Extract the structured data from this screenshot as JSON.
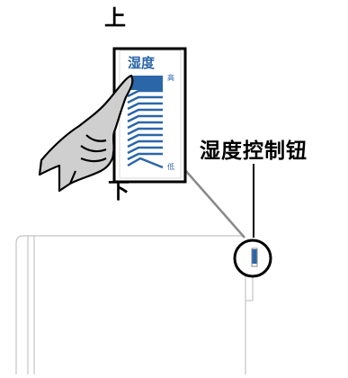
{
  "labels": {
    "up": "上",
    "down": "下",
    "control": "湿度控制钮"
  },
  "panel": {
    "title": "湿度",
    "high": "高",
    "low": "低"
  },
  "colors": {
    "accent_blue": "#2b66a8",
    "outline": "#000000",
    "leader_gray": "#8a8a8a"
  },
  "icons": {
    "hand": "pointing-hand-icon",
    "slider": "humidity-slider-icon"
  }
}
